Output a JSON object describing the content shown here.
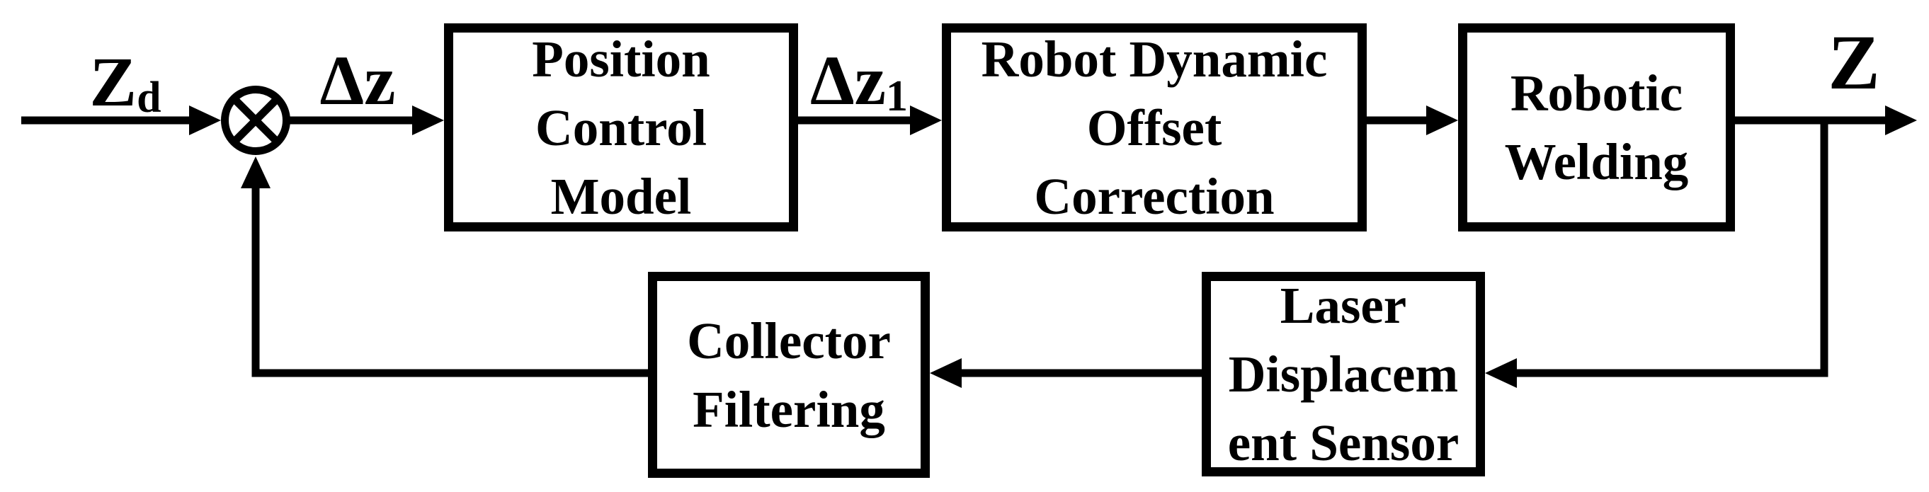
{
  "diagram": {
    "type": "control-loop-block-diagram",
    "background_color": "#ffffff",
    "line_color": "#000000",
    "blocks": {
      "position": {
        "lines": [
          "Position",
          "Control",
          "Model"
        ]
      },
      "offset": {
        "lines": [
          "Robot Dynamic",
          "Offset",
          "Correction"
        ]
      },
      "welding": {
        "lines": [
          "Robotic",
          "Welding"
        ]
      },
      "collector": {
        "lines": [
          "Collector",
          "Filtering"
        ]
      },
      "laser": {
        "lines": [
          "Laser",
          "Displacem",
          "ent Sensor"
        ]
      }
    },
    "signals": {
      "input": {
        "base": "Z",
        "sub": "d"
      },
      "error": {
        "base": "Δz",
        "sub": ""
      },
      "corrected": {
        "base": "Δz",
        "sub": "1"
      },
      "output": {
        "base": "Z",
        "sub": ""
      }
    },
    "junction": {
      "icon": "circle-cross-summing-junction"
    }
  }
}
